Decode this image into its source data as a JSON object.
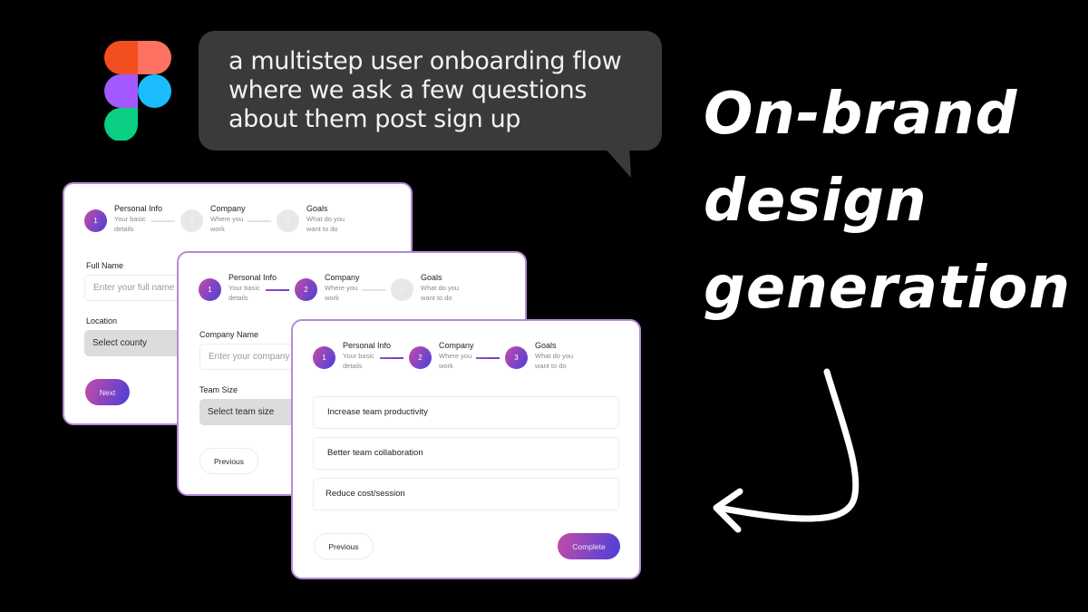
{
  "prompt": {
    "lines": [
      "a multistep user onboarding flow",
      "where we ask a few questions",
      "about them post sign up"
    ]
  },
  "headline": {
    "lines": [
      "On-brand",
      "design",
      "generation"
    ]
  },
  "icons": {
    "logo": "figma-logo",
    "arrow": "curved-arrow-left"
  },
  "colors": {
    "background": "#000000",
    "bubble": "#3a3a3a",
    "card_border": "#b58ad6",
    "gradient_start": "#c54ca8",
    "gradient_end": "#4a3fd9",
    "figma_red": "#f24e1e",
    "figma_coral": "#ff7262",
    "figma_purple": "#a259ff",
    "figma_blue": "#1abcfe",
    "figma_green": "#0acf83"
  },
  "steps": [
    {
      "number": "1",
      "title": "Personal Info",
      "subtitle": "Your basic details"
    },
    {
      "number": "2",
      "title": "Company",
      "subtitle": "Where you work"
    },
    {
      "number": "3",
      "title": "Goals",
      "subtitle": "What do you want to do"
    }
  ],
  "card1": {
    "current_step": 1,
    "full_name_label": "Full Name",
    "full_name_placeholder": "Enter your full name",
    "location_label": "Location",
    "location_value": "Select county",
    "next_label": "Next"
  },
  "card2": {
    "current_step": 2,
    "company_label": "Company Name",
    "company_placeholder": "Enter your company",
    "team_label": "Team Size",
    "team_value": "Select team size",
    "previous_label": "Previous"
  },
  "card3": {
    "current_step": 3,
    "goals": [
      "Increase team productivity",
      "Better team collaboration",
      "Reduce cost/session"
    ],
    "previous_label": "Previous",
    "complete_label": "Complete"
  }
}
